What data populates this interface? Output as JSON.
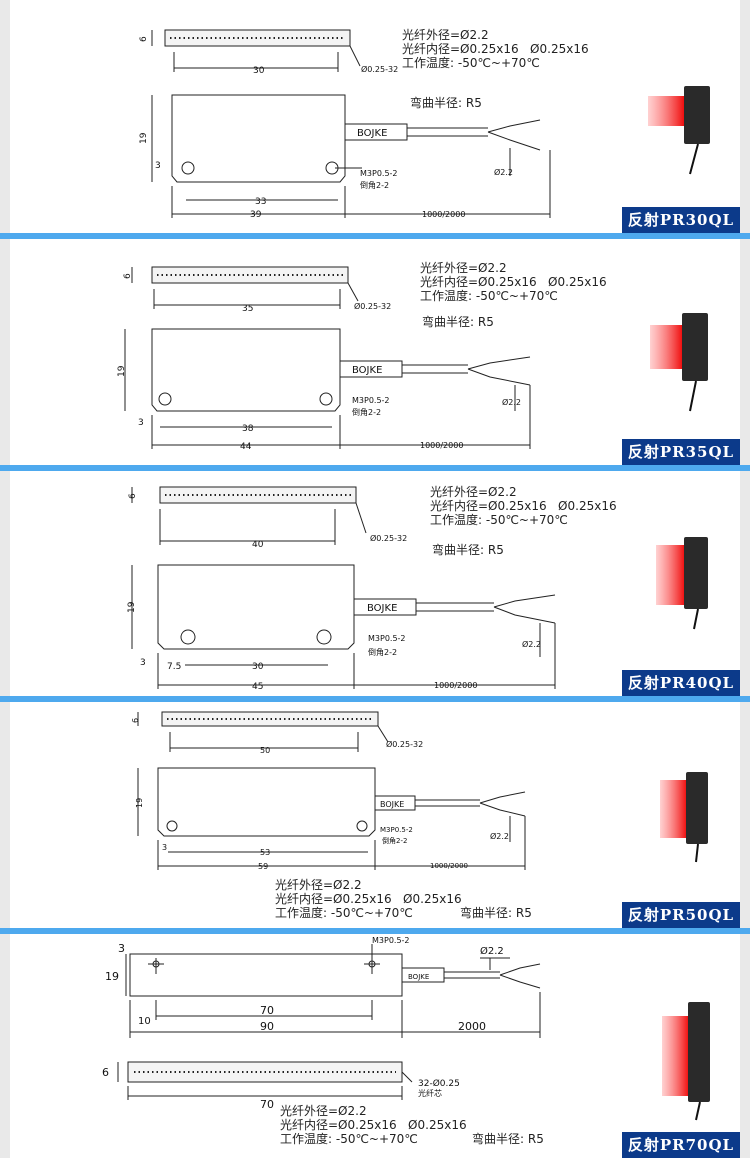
{
  "panels": [
    {
      "model_label": "反射PR30QL",
      "specs": {
        "outer_diameter": "光纤外径=Ø2.2",
        "inner_diameter": "光纤内径=Ø0.25x16",
        "inner_diameter_2": "Ø0.25x16",
        "temperature": "工作温度: -50℃~+70℃",
        "bend_radius": "弯曲半径: R5"
      },
      "drawing": {
        "height": "6",
        "fiber_array": "Ø0.25-32",
        "array_length": "30",
        "body_height": "19",
        "edge": "3",
        "hole_pitch": "33",
        "body_length": "39",
        "cable_length": "1000/2000",
        "brand": "BOJKE",
        "screw": "M3P0.5-2",
        "chamfer": "倒角2-2",
        "fiber_diameter": "Ø2.2"
      }
    },
    {
      "model_label": "反射PR35QL",
      "specs": {
        "outer_diameter": "光纤外径=Ø2.2",
        "inner_diameter": "光纤内径=Ø0.25x16",
        "inner_diameter_2": "Ø0.25x16",
        "temperature": "工作温度: -50℃~+70℃",
        "bend_radius": "弯曲半径: R5"
      },
      "drawing": {
        "height": "6",
        "fiber_array": "Ø0.25-32",
        "array_length": "35",
        "body_height": "19",
        "edge": "3",
        "hole_pitch": "38",
        "body_length": "44",
        "cable_length": "1000/2000",
        "brand": "BOJKE",
        "screw": "M3P0.5-2",
        "chamfer": "倒角2-2",
        "fiber_diameter": "Ø2.2"
      }
    },
    {
      "model_label": "反射PR40QL",
      "specs": {
        "outer_diameter": "光纤外径=Ø2.2",
        "inner_diameter": "光纤内径=Ø0.25x16",
        "inner_diameter_2": "Ø0.25x16",
        "temperature": "工作温度: -50℃~+70℃",
        "bend_radius": "弯曲半径: R5"
      },
      "drawing": {
        "height": "6",
        "fiber_array": "Ø0.25-32",
        "array_length": "40",
        "body_height": "19",
        "edge": "3",
        "edge_offset": "7.5",
        "hole_pitch": "30",
        "body_length": "45",
        "cable_length": "1000/2000",
        "brand": "BOJKE",
        "screw": "M3P0.5-2",
        "chamfer": "倒角2-2",
        "fiber_diameter": "Ø2.2"
      }
    },
    {
      "model_label": "反射PR50QL",
      "specs": {
        "outer_diameter": "光纤外径=Ø2.2",
        "inner_diameter": "光纤内径=Ø0.25x16",
        "inner_diameter_2": "Ø0.25x16",
        "temperature": "工作温度: -50℃~+70℃",
        "bend_radius": "弯曲半径: R5"
      },
      "drawing": {
        "height": "6",
        "fiber_array": "Ø0.25-32",
        "array_length": "50",
        "body_height": "19",
        "edge": "3",
        "hole_pitch": "53",
        "body_length": "59",
        "cable_length": "1000/2000",
        "brand": "BOJKE",
        "screw": "M3P0.5-2",
        "chamfer": "倒角2-2",
        "fiber_diameter": "Ø2.2"
      }
    },
    {
      "model_label": "反射PR70QL",
      "specs": {
        "outer_diameter": "光纤外径=Ø2.2",
        "inner_diameter": "光纤内径=Ø0.25x16",
        "inner_diameter_2": "Ø0.25x16",
        "temperature": "工作温度: -50℃~+70℃",
        "bend_radius": "弯曲半径: R5"
      },
      "drawing": {
        "height": "3",
        "body_height": "19",
        "screw": "M3P0.5-2",
        "fiber_diameter": "Ø2.2",
        "brand": "BOJKE",
        "edge_offset": "10",
        "hole_pitch": "70",
        "body_length": "90",
        "cable_length": "2000",
        "array_height": "6",
        "array_length": "70",
        "fiber_array": "32-Ø0.25",
        "fiber_face": "光纤芯"
      }
    }
  ]
}
